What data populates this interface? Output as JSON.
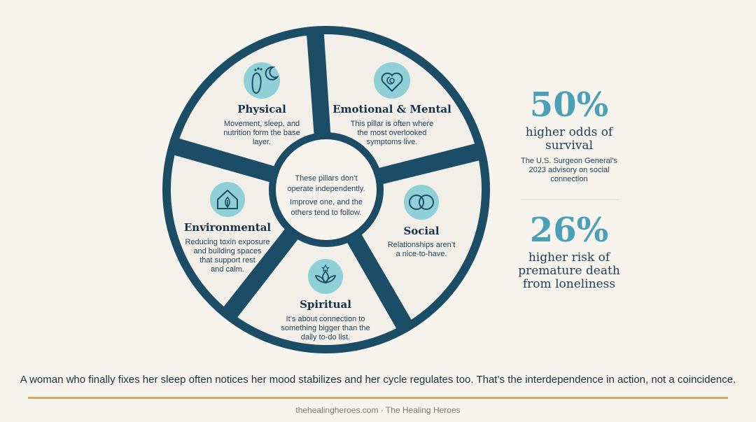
{
  "wheel": {
    "center_lines": [
      "These pillars don’t",
      "operate independently.",
      "Improve one, and the",
      "others tend to follow."
    ],
    "segments": [
      {
        "key": "physical",
        "icon": "footprint-moon-icon",
        "title": "Physical",
        "lines": [
          "Movement, sleep, and",
          "nutrition form the base",
          "layer."
        ]
      },
      {
        "key": "emotional",
        "icon": "heart-spiral-icon",
        "title": "Emotional & Mental",
        "lines": [
          "This pillar is often where",
          "the most overlooked",
          "symptoms live."
        ]
      },
      {
        "key": "social",
        "icon": "speech-bubbles-icon",
        "title": "Social",
        "lines": [
          "Relationships aren’t",
          "a nice-to-have."
        ]
      },
      {
        "key": "spiritual",
        "icon": "lotus-star-icon",
        "title": "Spiritual",
        "lines": [
          "It’s about connection to",
          "something bigger than the",
          "daily to-do list."
        ]
      },
      {
        "key": "environmental",
        "icon": "house-leaf-icon",
        "title": "Environmental",
        "lines": [
          "Reducing toxin exposure",
          "and building spaces",
          "that support rest",
          "and calm."
        ]
      }
    ]
  },
  "stats": [
    {
      "number": "50%",
      "label": "higher odds of survival",
      "source": "The U.S. Surgeon General’s 2023 advisory on social connection"
    },
    {
      "number": "26%",
      "label": "higher risk of premature death from loneliness"
    }
  ],
  "caption": "A woman who finally fixes her sleep often notices her mood stabilizes and her cycle regulates too. That’s the interdependence in action, not a coincidence.",
  "footer": "thehealingheroes.com · The Healing Heroes",
  "colors": {
    "ring": "#1c4d66",
    "segment_fill": "#f2efe9",
    "icon_bg": "#8fcfd6",
    "stat_number": "#4aa0b6",
    "accent_rule": "#d9a85b"
  }
}
